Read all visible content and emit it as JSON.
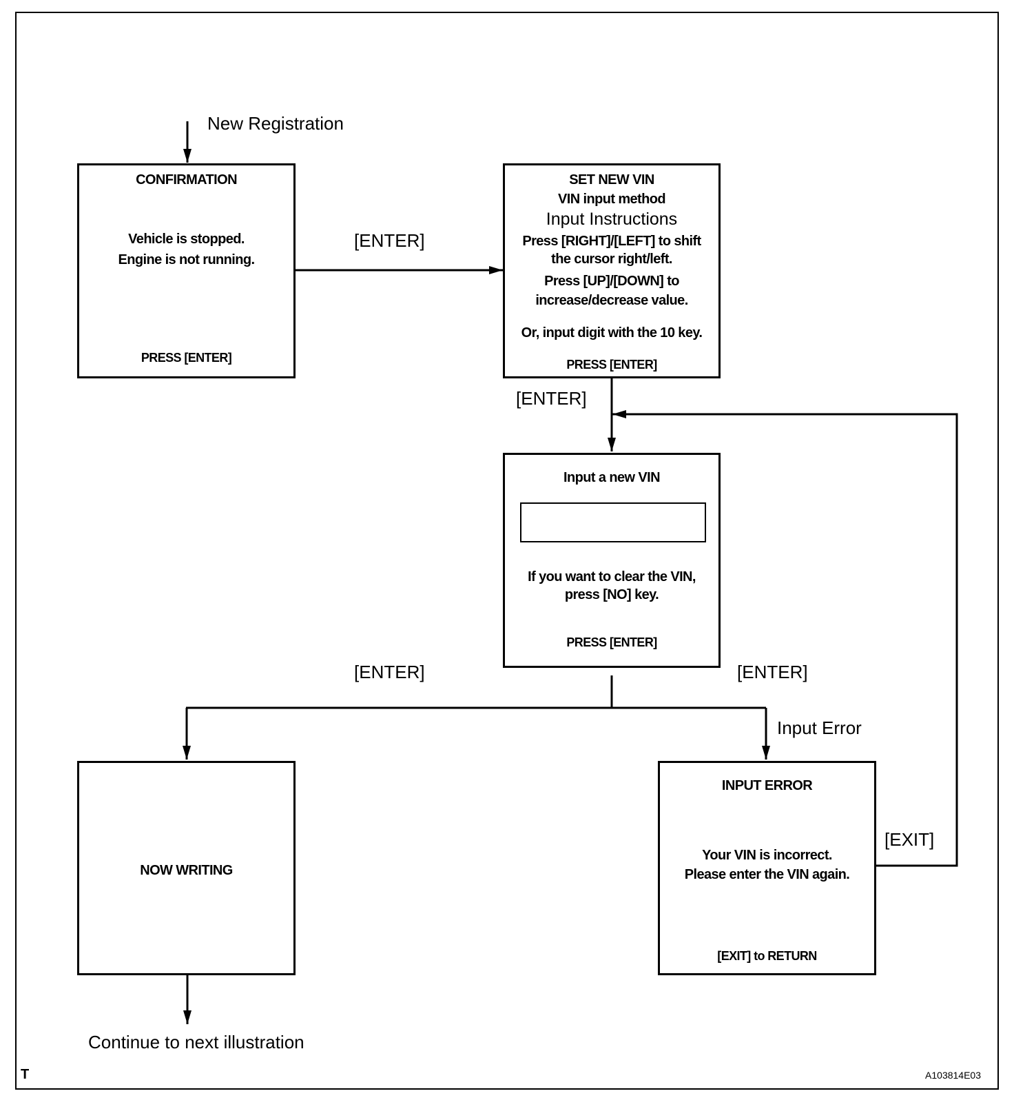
{
  "diagram": {
    "entry_label": "New Registration",
    "exit_label": "Continue to next illustration",
    "corner_mark": "T",
    "figure_id": "A103814E03",
    "edges": {
      "confirm_to_set": "[ENTER]",
      "set_to_input": "[ENTER]",
      "input_to_writing": "[ENTER]",
      "input_to_error": "[ENTER]",
      "error_condition": "Input Error",
      "error_return": "[EXIT]"
    },
    "screens": {
      "confirmation": {
        "title": "CONFIRMATION",
        "line1": "Vehicle is stopped.",
        "line2": "Engine is not running.",
        "footer": "PRESS [ENTER]"
      },
      "set_new_vin": {
        "title": "SET NEW VIN",
        "subtitle": "VIN input method",
        "heading": "Input Instructions",
        "line1": "Press [RIGHT]/[LEFT] to shift",
        "line2": "the cursor right/left.",
        "line3": "Press [UP]/[DOWN]  to",
        "line4": "increase/decrease value.",
        "line5": "Or, input digit with the 10 key.",
        "footer": "PRESS [ENTER]"
      },
      "input_vin": {
        "title": "Input a new VIN",
        "field_value": "",
        "line1": "If you want to clear the VIN,",
        "line2": "press [NO] key.",
        "footer": "PRESS [ENTER]"
      },
      "now_writing": {
        "title": "NOW WRITING"
      },
      "input_error": {
        "title": "INPUT  ERROR",
        "line1": "Your VIN is incorrect.",
        "line2": "Please enter the VIN again.",
        "footer": "[EXIT] to RETURN"
      }
    }
  }
}
